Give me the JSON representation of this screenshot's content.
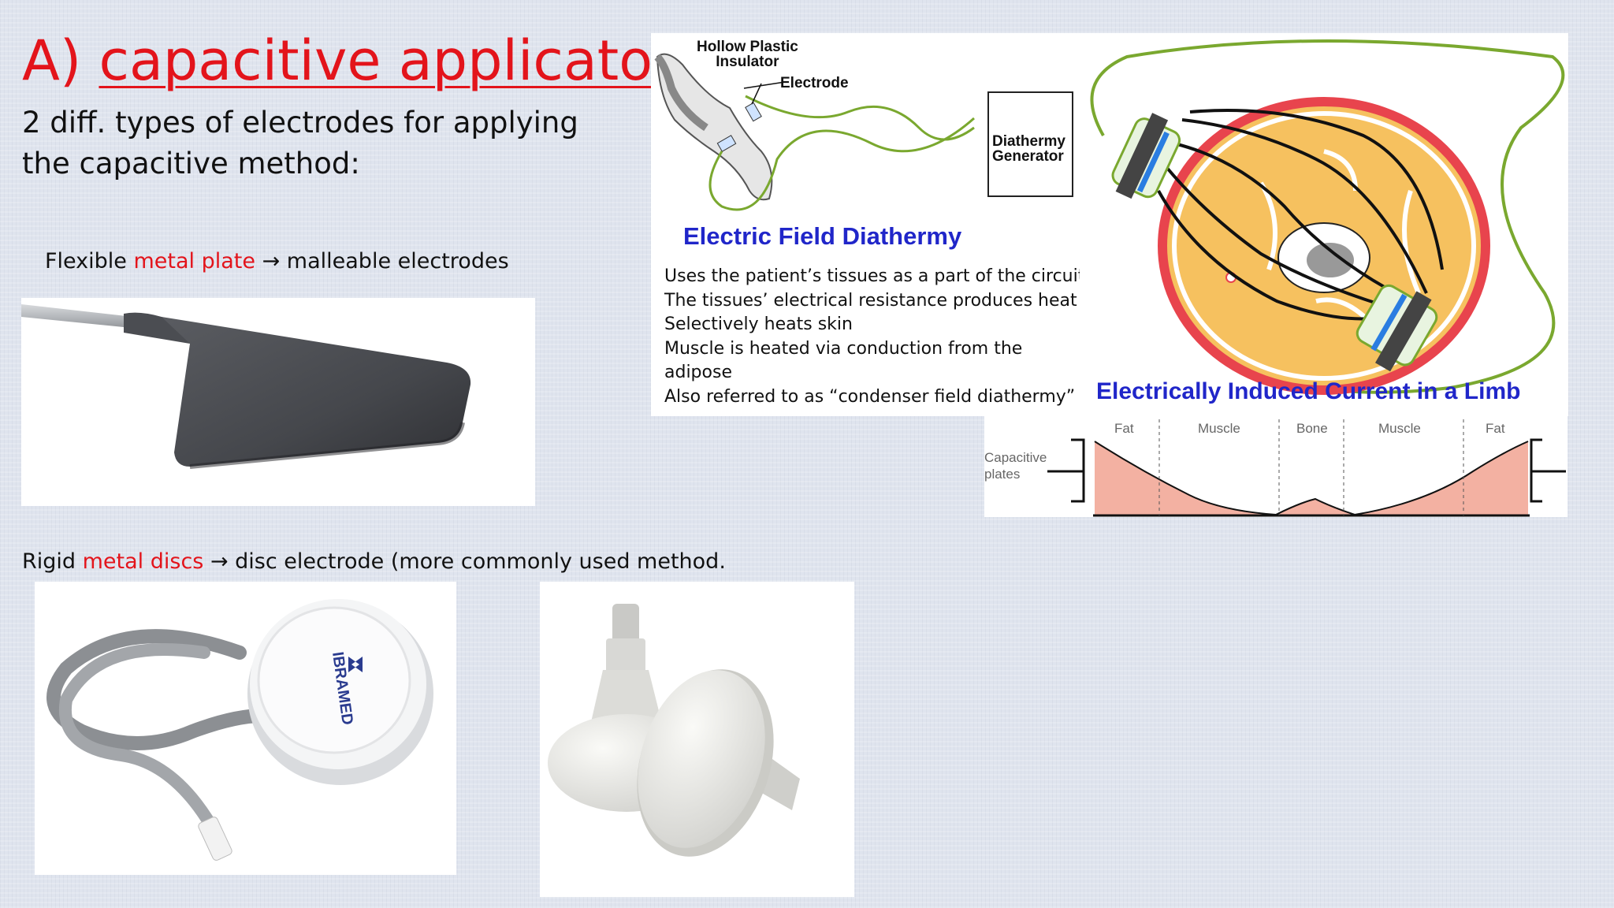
{
  "slide": {
    "title_prefix": "A) ",
    "title_main": "capacitive applicator:",
    "subtitle": " 2 diff. types of electrodes for applying the capacitive method:",
    "flexible": {
      "prefix": "Flexible ",
      "highlight": "metal plate",
      "arrow": " → ",
      "suffix": "malleable electrodes"
    },
    "rigid": {
      "prefix": "Rigid ",
      "highlight": "metal discs",
      "arrow": " → ",
      "suffix": "disc electrode (more commonly used method."
    }
  },
  "diathermy_panel": {
    "label_insulator_line1": "Hollow Plastic",
    "label_insulator_line2": "Insulator",
    "label_electrode": "Electrode",
    "label_generator_line1": "Diathermy",
    "label_generator_line2": "Generator",
    "title": "Electric  Field  Diathermy",
    "bullets": [
      "Uses the patient’s tissues as a part of the circuit",
      "The tissues’ electrical resistance produces heat",
      "Selectively heats skin",
      "Muscle is heated via conduction from the",
      "adipose",
      "Also referred to as “condenser field diathermy”"
    ]
  },
  "limb_panel": {
    "title": "Electrically Induced Current in a Limb"
  },
  "heat_profile": {
    "labels": [
      "Fat",
      "Muscle",
      "Bone",
      "Muscle",
      "Fat"
    ],
    "side_label_line1": "Capacitive",
    "side_label_line2": "plates"
  },
  "photos": {
    "disc_brand": "IBRAMED"
  },
  "colors": {
    "accent_red": "#e3141b",
    "title_blue": "#2026c9",
    "adipose": "#f6c15f",
    "skin_red": "#e8444d",
    "cable_green": "#7aa82f",
    "heat_fill": "#f3b1a2"
  }
}
